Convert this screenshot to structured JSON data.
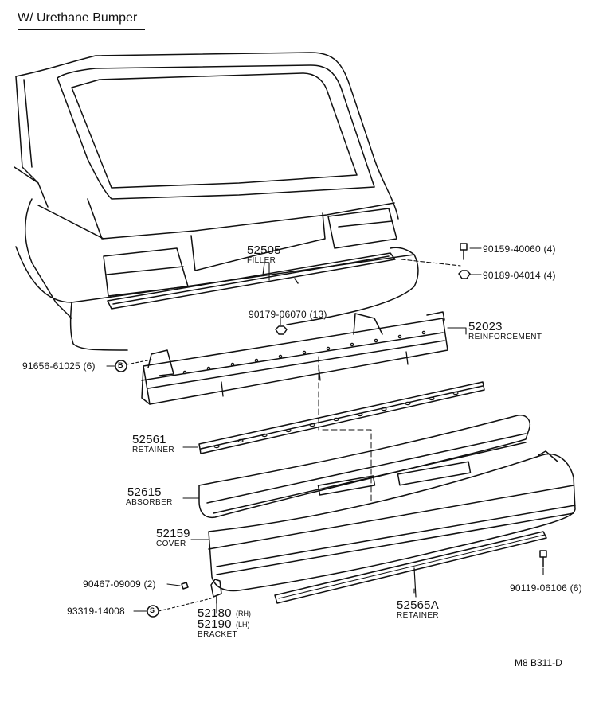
{
  "title": "W/  Urethane Bumper",
  "reference": "M8  B311-D",
  "parts": {
    "filler": {
      "number": "52505",
      "name": "FILLER"
    },
    "reinforcement": {
      "number": "52023",
      "name": "REINFORCEMENT"
    },
    "retainer_upper": {
      "number": "52561",
      "name": "RETAINER"
    },
    "absorber": {
      "number": "52615",
      "name": "ABSORBER"
    },
    "cover": {
      "number": "52159",
      "name": "COVER"
    },
    "retainer_lower": {
      "number": "52565A",
      "name": "RETAINER"
    },
    "bracket_rh": {
      "number": "52180",
      "side": "(RH)"
    },
    "bracket_lh": {
      "number": "52190",
      "side": "(LH)"
    },
    "bracket_name": "BRACKET"
  },
  "fasteners": {
    "bolt_top": "90159-40060 (4)",
    "nut_top": "90189-04014 (4)",
    "nut_center": "90179-06070 (13)",
    "clip_b": "91656-61025 (6)",
    "clip_b_symbol": "B",
    "clip_small": "90467-09009 (2)",
    "screw_s": "93319-14008",
    "screw_s_symbol": "S",
    "bolt_right": "90119-06106 (6)"
  }
}
